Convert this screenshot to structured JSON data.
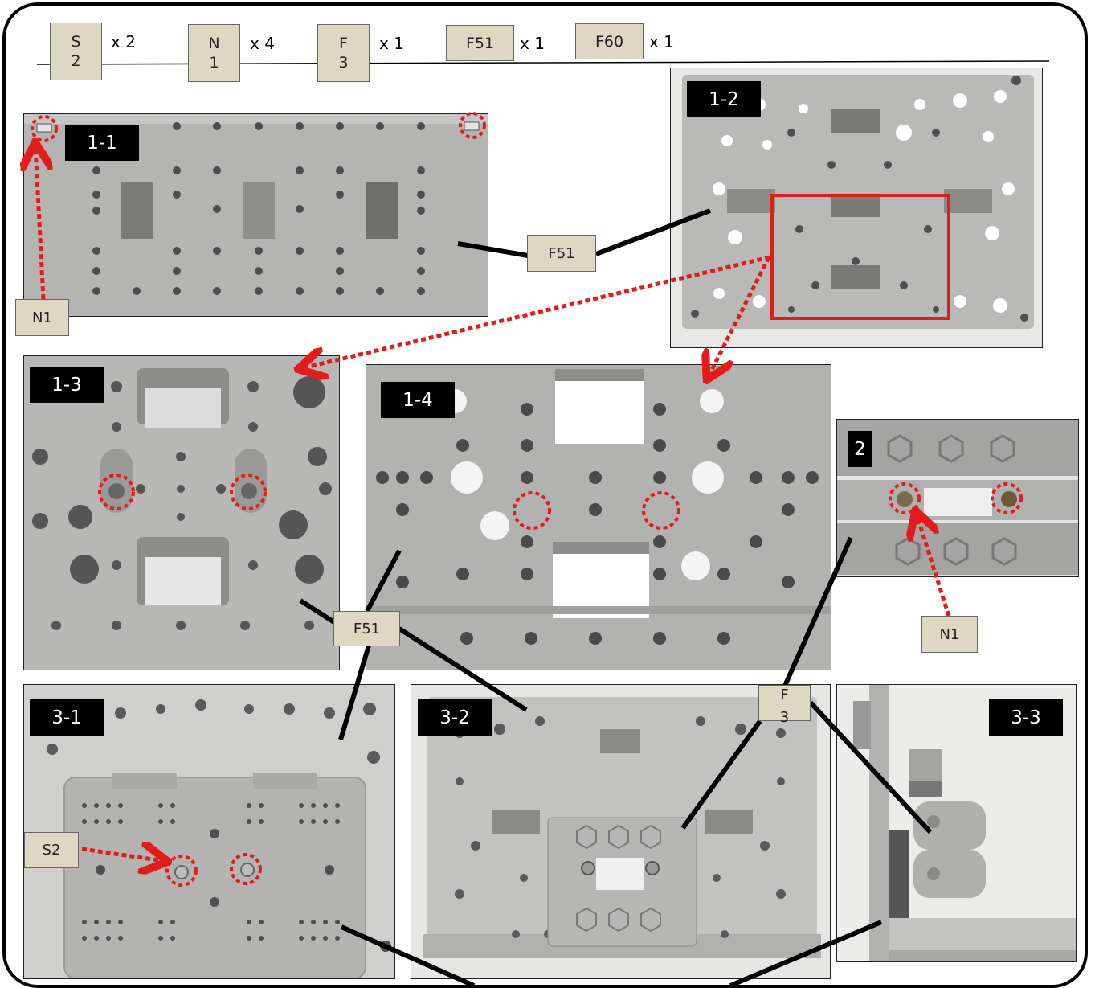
{
  "parts": [
    {
      "line1": "S",
      "line2": "2",
      "qty": "x 2"
    },
    {
      "line1": "N",
      "line2": "1",
      "qty": "x 4"
    },
    {
      "line1": "F",
      "line2": "3",
      "qty": "x 1"
    },
    {
      "line1": "F51",
      "qty": "x 1"
    },
    {
      "line1": "F60",
      "qty": "x 1"
    }
  ],
  "steps": {
    "s1_1": "1-1",
    "s1_2": "1-2",
    "s1_3": "1-3",
    "s1_4": "1-4",
    "s2": "2",
    "s3_1": "3-1",
    "s3_2": "3-2",
    "s3_3": "3-3"
  },
  "callouts": {
    "f51_top": "F51",
    "n1_left": "N1",
    "f51_mid": "F51",
    "n1_right": "N1",
    "f3_line1": "F",
    "f3_line2": "3",
    "s2": "S2"
  },
  "colors": {
    "plate": "#a9a9a7",
    "plate_light": "#c0c0be",
    "hole": "#4a4a4a",
    "highlight": "#e41b1b",
    "part_bg": "#ddd8c2"
  }
}
